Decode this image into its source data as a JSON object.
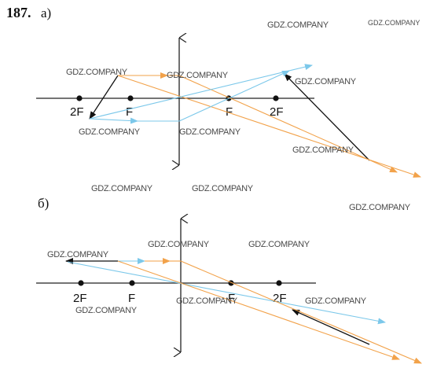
{
  "problem": {
    "number": "187.",
    "part_a": "а)",
    "part_b": "б)"
  },
  "axis_labels": {
    "two_f": "2F",
    "f": "F"
  },
  "watermark": {
    "text": "GDZ.COMPANY"
  },
  "colors": {
    "axis": "#222222",
    "object": "#111111",
    "orange_ray": "#f2a24a",
    "blue_ray": "#7cc8ea"
  }
}
